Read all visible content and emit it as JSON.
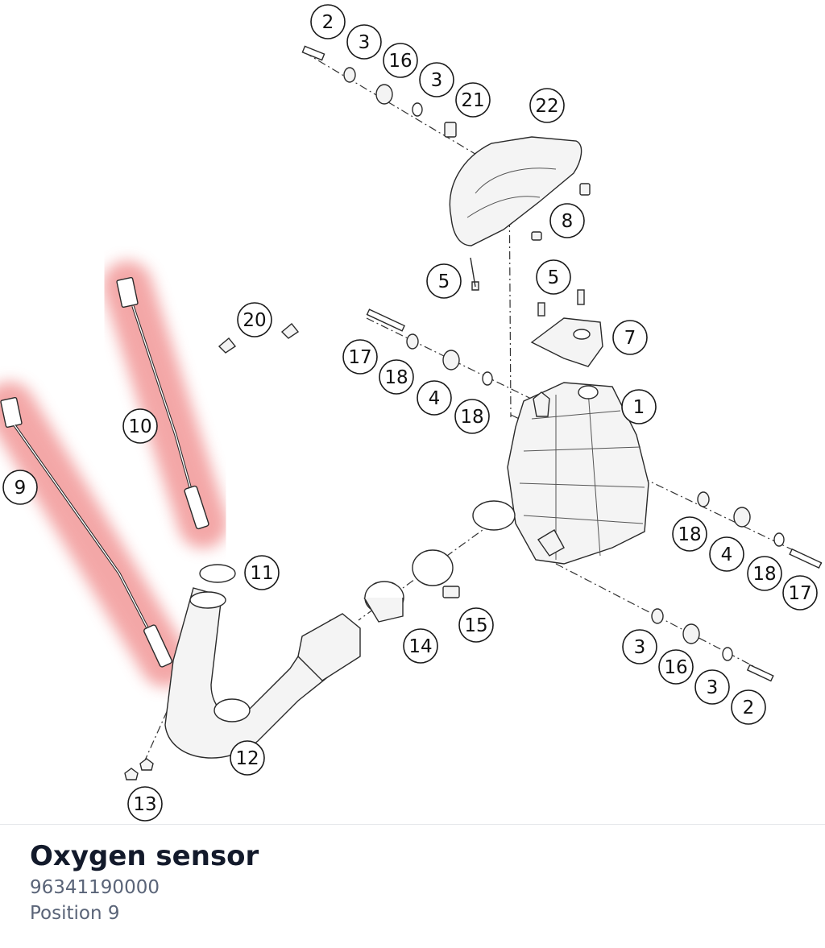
{
  "diagram": {
    "callouts": [
      "2",
      "3",
      "16",
      "3",
      "21",
      "22",
      "8",
      "5",
      "5",
      "7",
      "1",
      "20",
      "17",
      "18",
      "4",
      "18",
      "10",
      "9",
      "18",
      "4",
      "18",
      "17",
      "11",
      "15",
      "14",
      "3",
      "16",
      "3",
      "2",
      "12",
      "13"
    ]
  },
  "part": {
    "name": "Oxygen sensor",
    "number": "96341190000",
    "position": "Position 9"
  },
  "colors": {
    "highlight": "#f08a8a",
    "title": "#131a2b",
    "secondary": "#5a6478"
  }
}
